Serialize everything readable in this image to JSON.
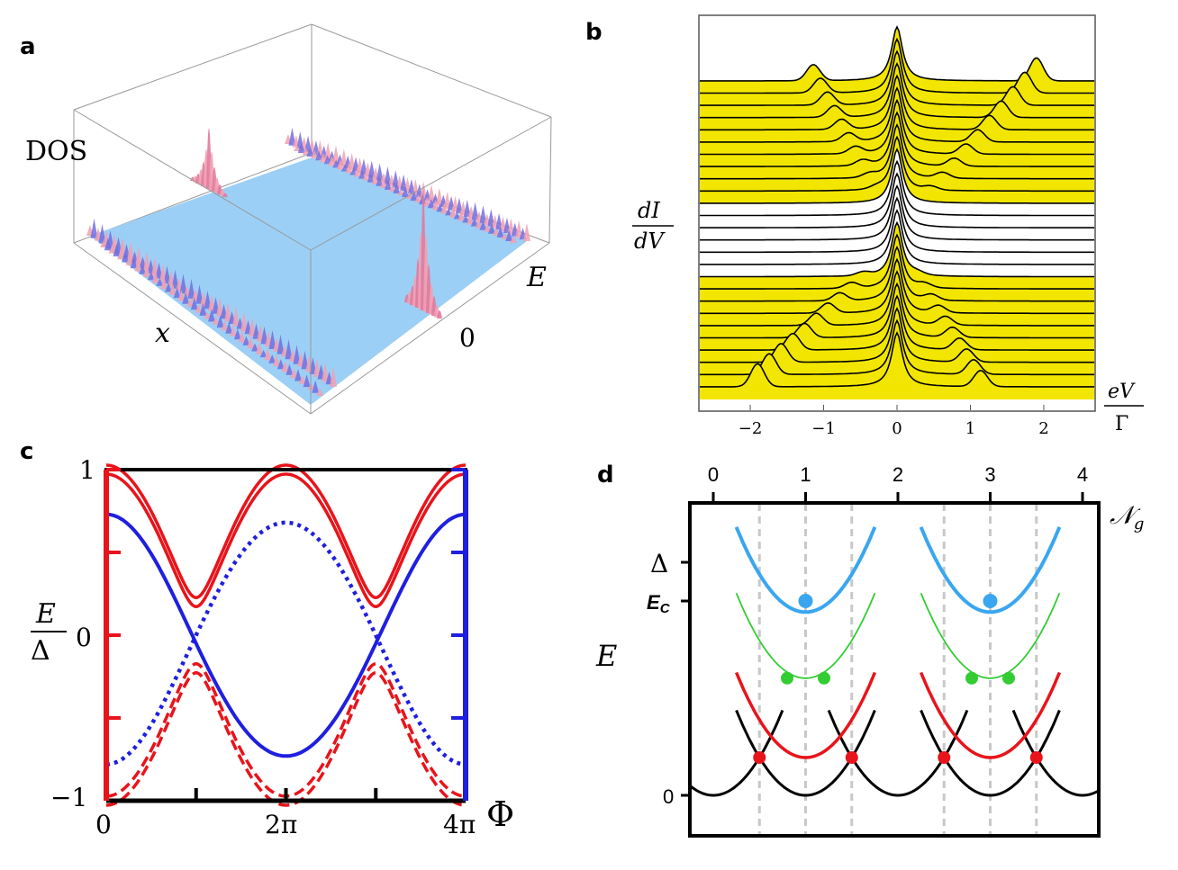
{
  "panels": [
    {
      "letter": "a"
    },
    {
      "letter": "b"
    },
    {
      "letter": "c"
    },
    {
      "letter": "d"
    }
  ],
  "colors": {
    "red": "#e8141b",
    "blue": "#1f1fe0",
    "black": "#000000",
    "green": "#33cc33",
    "lightblue": "#3aa6f0",
    "yellow": "#f2e600",
    "floor": "#9ccff5",
    "ridge": "#7070e0",
    "peak": "#f2a0b0"
  },
  "chart_data": [
    {
      "panel": "a",
      "type": "area",
      "zlabel": "DOS",
      "xlabel": "x",
      "ylabel": "E",
      "y_tick": "0"
    },
    {
      "panel": "b",
      "type": "line",
      "ylabel_num": "dI",
      "ylabel_den": "dV",
      "xlabel_num": "eV",
      "xlabel_den": "Γ",
      "x_ticks": [
        "−2",
        "−1",
        "0",
        "1",
        "2"
      ],
      "x_tick_values": [
        -2,
        -1,
        0,
        1,
        2
      ],
      "xlim": [
        -2.7,
        2.7
      ],
      "n_traces": 26
    },
    {
      "panel": "c",
      "type": "line",
      "ylabel_num": "E",
      "ylabel_den": "Δ",
      "xlabel": "Φ",
      "x_ticks": [
        "0",
        "2π",
        "4π"
      ],
      "y_ticks": [
        "1",
        "0",
        "−1"
      ],
      "xlim": [
        0,
        12.566
      ],
      "ylim": [
        -1,
        1
      ],
      "series": [
        {
          "color": "red",
          "style": "double-solid",
          "description": "upper branch, min 0.2 at π and 3π"
        },
        {
          "color": "red",
          "style": "double-dashed",
          "description": "lower branch, max -0.2 at π and 3π"
        },
        {
          "color": "blue",
          "style": "solid",
          "values_at": [
            [
              0,
              0.73
            ],
            [
              6.283,
              -0.78
            ],
            [
              12.566,
              0.73
            ]
          ]
        },
        {
          "color": "blue",
          "style": "dotted",
          "values_at": [
            [
              0,
              -0.78
            ],
            [
              6.283,
              0.73
            ],
            [
              12.566,
              -0.78
            ]
          ]
        }
      ]
    },
    {
      "panel": "d",
      "type": "line",
      "xlabel": "𝒩",
      "xlabel_sub": "g",
      "ylabel": "E",
      "x_ticks": [
        "0",
        "1",
        "2",
        "3",
        "4"
      ],
      "x_tick_values": [
        0,
        1,
        2,
        3,
        4
      ],
      "y_tick_labels": [
        {
          "text": "Δ"
        },
        {
          "text": "E",
          "sub": "C"
        },
        {
          "text": "0"
        }
      ],
      "series": [
        {
          "color": "black",
          "description": "charging parabolas centered at 0,1,2,3,4"
        },
        {
          "color": "red",
          "description": "parabolas centered at 1 and 3"
        },
        {
          "color": "green",
          "description": "parabolas centered at 1 and 3"
        },
        {
          "color": "lightblue",
          "description": "parabolas centered at 1 and 3"
        }
      ],
      "crossings": {
        "red": [
          0.5,
          1.5,
          2.5,
          3.5
        ],
        "green": [
          0.8,
          1.2,
          2.8,
          3.2
        ],
        "lightblue": [
          1.0,
          3.0
        ]
      }
    }
  ]
}
